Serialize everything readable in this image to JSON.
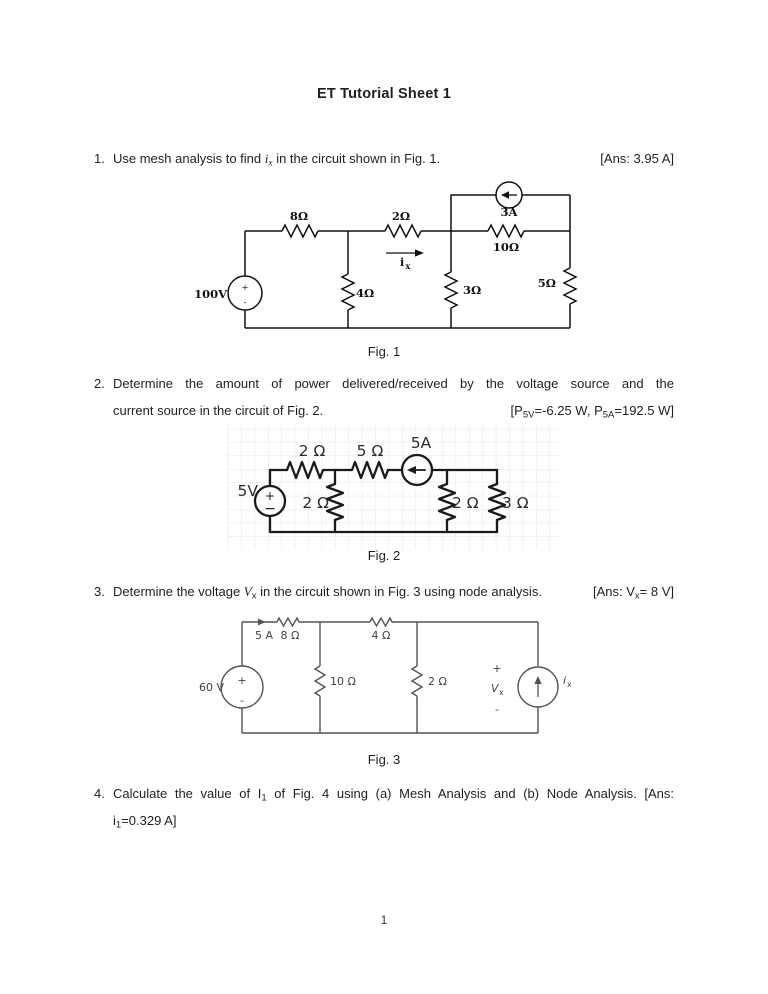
{
  "title": "ET Tutorial Sheet 1",
  "page_number": "1",
  "p1": {
    "num": "1.",
    "pre": "Use mesh analysis to find ",
    "var_i": "i",
    "var_sub": "x",
    "post": " in the circuit shown in Fig. 1.",
    "ans": "[Ans: 3.95 A]"
  },
  "p2": {
    "num": "2.",
    "line1": "Determine the amount of power delivered/received by the voltage source and the",
    "line2": "current source in the circuit of Fig. 2.",
    "ans_p": "[P",
    "ans_sub1": "5V",
    "ans_mid": "=-6.25 W, P",
    "ans_sub2": "5A",
    "ans_end": "=192.5 W]"
  },
  "p3": {
    "num": "3.",
    "pre": "Determine the voltage ",
    "var_v": "V",
    "var_sub": "x",
    "post": " in the circuit shown in Fig. 3 using node analysis.",
    "ans_pre": "[Ans: V",
    "ans_sub": "x",
    "ans_end": "= 8 V]"
  },
  "p4": {
    "num": "4.",
    "line1_pre": "Calculate the value of I",
    "line1_sub": "1",
    "line1_post": " of Fig. 4 using (a) Mesh Analysis and (b) Node Analysis. [Ans:",
    "line2_pre": "i",
    "line2_sub": "1",
    "line2_end": "=0.329 A]"
  },
  "fig1": {
    "caption": "Fig. 1",
    "vsrc": "100V",
    "plus": "+",
    "minus": "-",
    "r8": "8Ω",
    "r2": "2Ω",
    "r4": "4Ω",
    "r3": "3Ω",
    "r10": "10Ω",
    "r5": "5Ω",
    "isrc": "3A",
    "ix_i": "i",
    "ix_sub": "x"
  },
  "fig2": {
    "caption": "Fig. 2",
    "vsrc": "5V",
    "plus": "+",
    "minus": "−",
    "r2_top": "2 Ω",
    "r5": "5 Ω",
    "isrc": "5A",
    "r2_mid": "2 Ω",
    "r2_right": "2 Ω",
    "r3": "3 Ω"
  },
  "fig3": {
    "caption": "Fig. 3",
    "vsrc": "60 V",
    "plus": "+",
    "minus": "-",
    "i_label": "5 A",
    "r8": "8 Ω",
    "r4": "4 Ω",
    "r10": "10 Ω",
    "r2": "2 Ω",
    "vx_plus": "+",
    "vx_v": "V",
    "vx_sub": "x",
    "vx_minus": "-",
    "ix_i": "i",
    "ix_sub": "x"
  },
  "colors": {
    "fig1_stroke": "#111111",
    "fig2_stroke": "#1a1a1a",
    "fig3_stroke": "#535355",
    "grid": "#e7e4de"
  }
}
